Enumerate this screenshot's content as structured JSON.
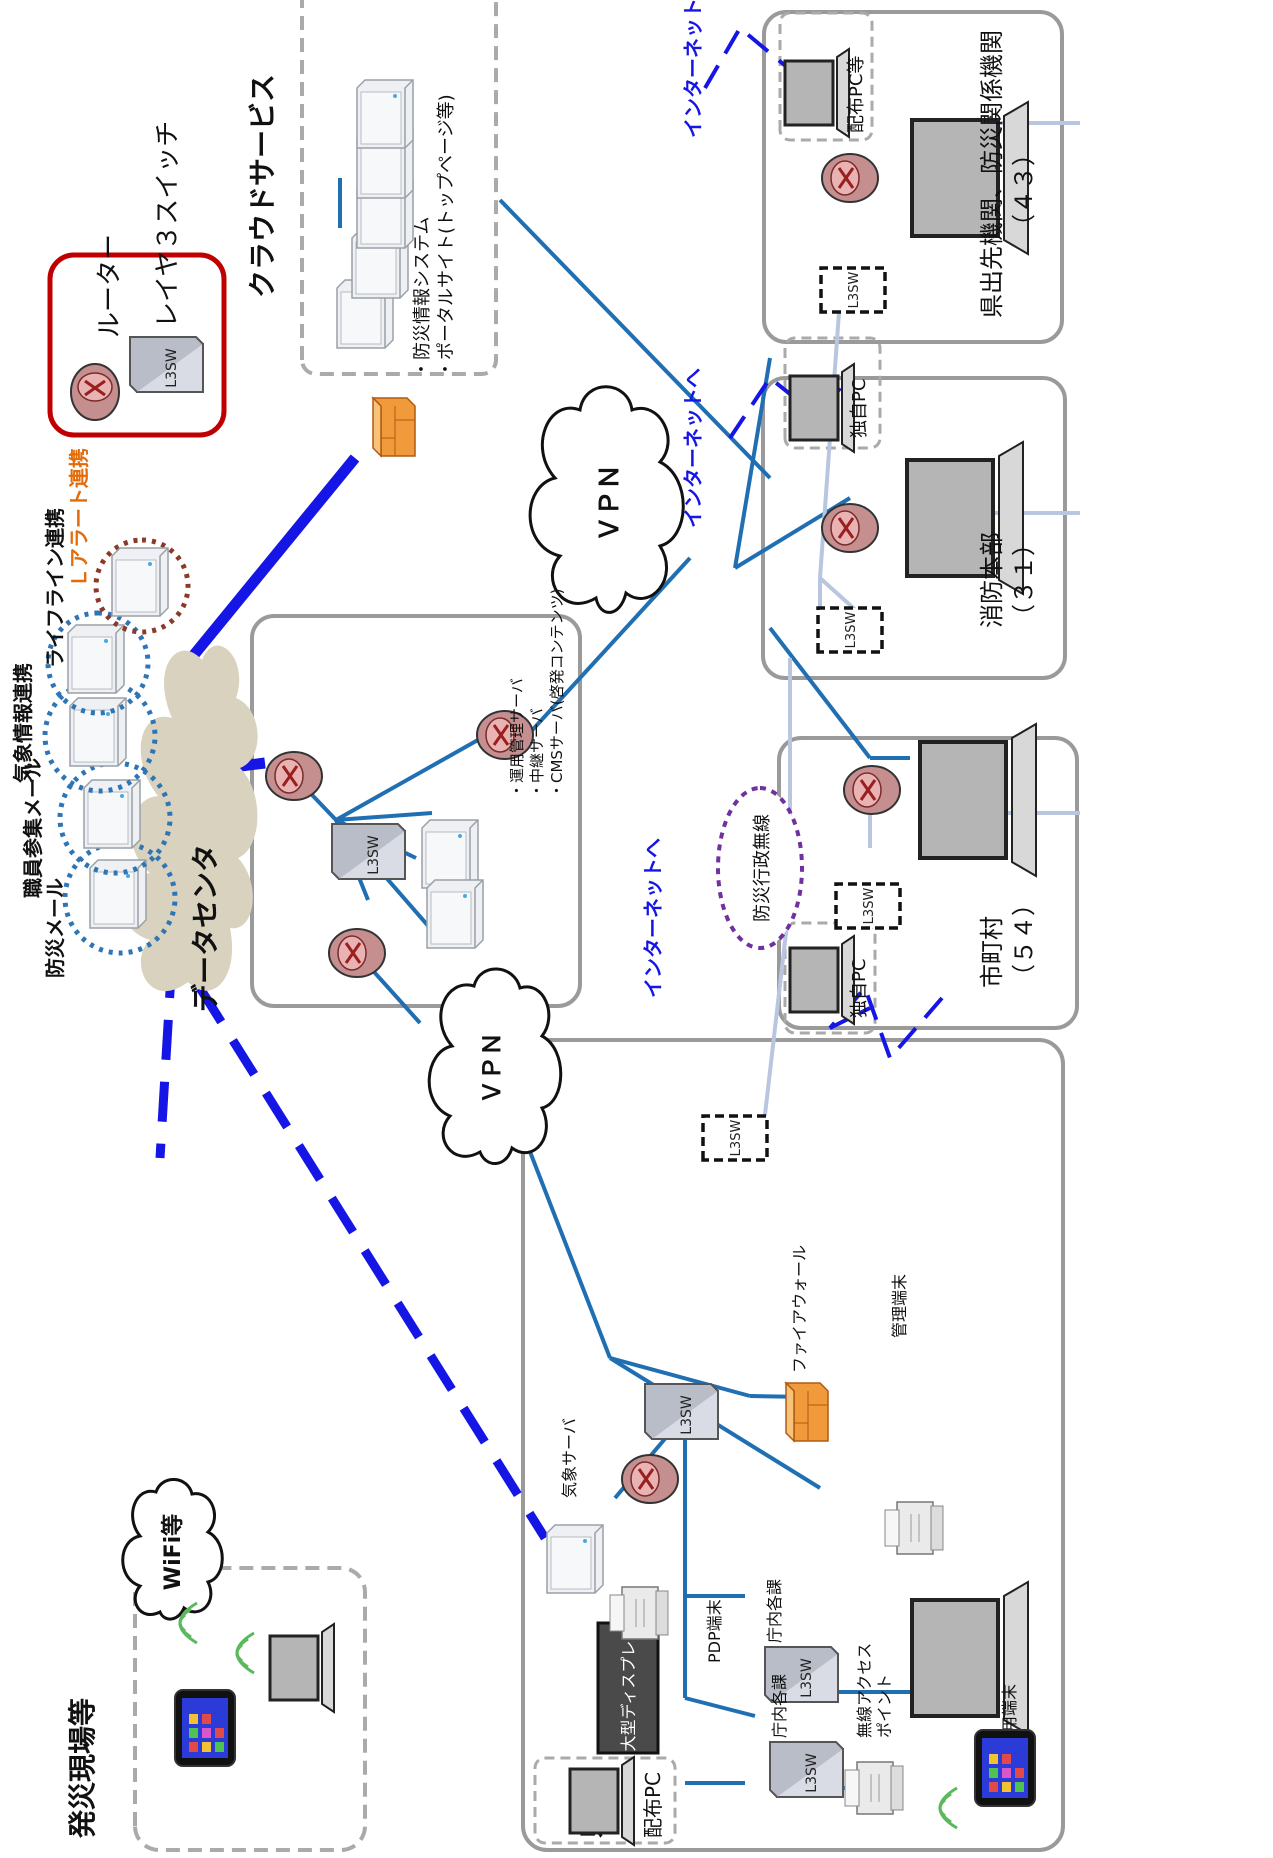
{
  "legend": {
    "router_label": "ルーター",
    "l3sw_label": "レイヤ３スイッチ",
    "l3sw_icon_text": "L3SW",
    "border_color": "#c00000"
  },
  "cloud_service": {
    "title": "クラウドサービス",
    "items": [
      "・防災情報システム",
      "・ポータルサイト(トップページ等)"
    ]
  },
  "internet_services": {
    "labels": [
      "防災メール",
      "職員参集メール",
      "気象情報連携",
      "ライフライン連携"
    ],
    "l_alert_label": "Ｌアラート連携",
    "l_alert_color": "#e36c09"
  },
  "datacenter": {
    "title": "データセンタ",
    "servers": [
      "・運用管理サーバ",
      "・中継サーバ",
      "・CMSサーバ(啓発コンテンツ)"
    ]
  },
  "vpn_label": "ＶＰＮ",
  "wifi_label": "WiFi等",
  "disaster_site": {
    "title": "発災現場等"
  },
  "prefecture": {
    "title": "県庁",
    "pc_label": "配布PC",
    "display_label": "大型ディスプレイ",
    "pdp_label": "PDP端末",
    "weather_server_label": "気象サーバ",
    "firewall_label": "ファイアウォール",
    "mgmt_terminal_label": "管理端末",
    "dedicated_terminal_label": "専用端末",
    "dept_label": "庁内各課",
    "ap_label_1": "無線アクセス",
    "ap_label_2": "ポイント"
  },
  "municipalities": {
    "title_1": "市町村",
    "title_2": "（５４）",
    "pc_label": "独自PC"
  },
  "fire_dept": {
    "title_1": "消防本部",
    "title_2": "（３１）",
    "pc_label": "独自PC"
  },
  "pref_offices": {
    "title_1": "県出先機関、防災関係機関",
    "title_2": "（４３）",
    "pc_label": "配布PC等"
  },
  "internet_label": "インターネットへ",
  "radio_label": "防災行政無線",
  "colors": {
    "link": "#1f6fb2",
    "thick_link": "#1515e6",
    "radio_link": "#b8c6e0",
    "internet_text": "#1515e6",
    "radio_border": "#7030a0",
    "l_alert_border": "#8b3a2a",
    "service_border": "#2e75b6"
  }
}
